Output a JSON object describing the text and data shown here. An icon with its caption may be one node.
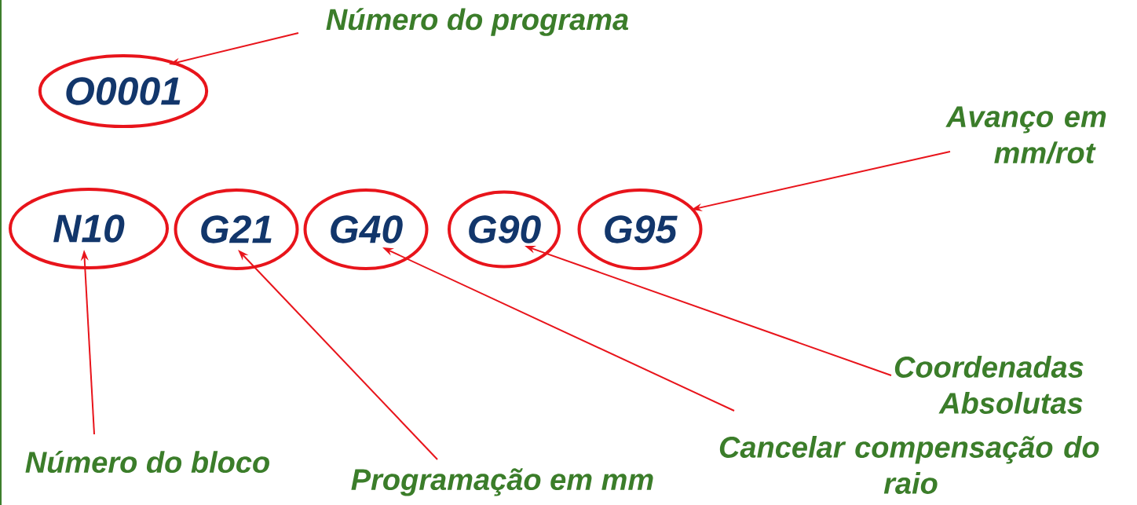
{
  "diagram": {
    "nodes": [
      {
        "text": [
          "Número do programa"
        ]
      },
      {
        "text": [
          "O0001"
        ]
      },
      {
        "text": [
          "Avanço em mm/rot"
        ]
      },
      {
        "text": [
          "N10"
        ]
      },
      {
        "text": [
          "G21"
        ]
      },
      {
        "text": [
          "G40"
        ]
      },
      {
        "text": [
          "G90"
        ]
      },
      {
        "text": [
          "G95"
        ]
      },
      {
        "text": [
          "Coordenadas Absolutas"
        ]
      },
      {
        "text": [
          "Número do bloco"
        ]
      },
      {
        "text": [
          "Cancelar compensação do raio"
        ]
      },
      {
        "text": [
          "Programação em mm"
        ]
      }
    ],
    "edges": [
      {
        "from": 0,
        "to": 1,
        "arrow": "to"
      },
      {
        "from": 2,
        "to": 7,
        "arrow": "to"
      },
      {
        "from": 9,
        "to": 3,
        "arrow": "to"
      },
      {
        "from": 11,
        "to": 4,
        "arrow": "to"
      },
      {
        "from": 10,
        "to": 5,
        "arrow": "to"
      },
      {
        "from": 8,
        "to": 6,
        "arrow": "to"
      }
    ]
  }
}
